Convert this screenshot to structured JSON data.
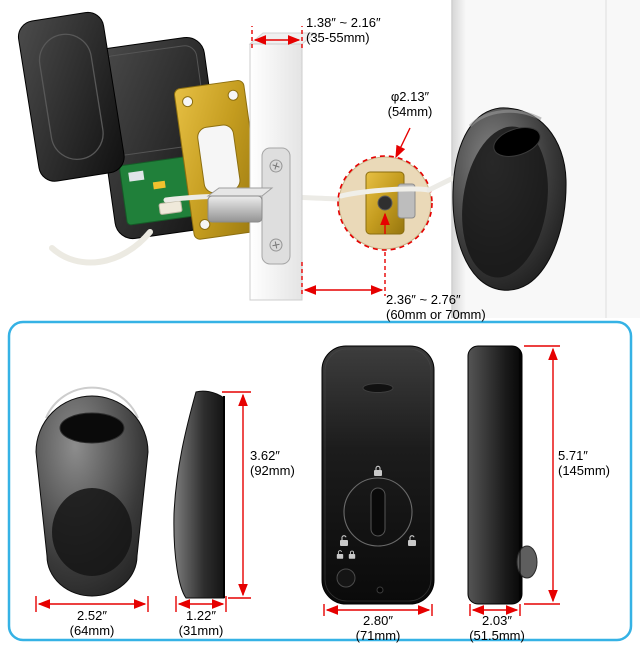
{
  "dims": {
    "door_thickness": {
      "value": "1.38″ ~ 2.16″",
      "metric": "(35-55mm)"
    },
    "bore_diameter": {
      "value": "φ2.13″",
      "metric": "(54mm)"
    },
    "backset": {
      "value": "2.36″ ~ 2.76″",
      "metric": "(60mm or 70mm)"
    },
    "knob_width": {
      "value": "2.52″",
      "metric": "(64mm)"
    },
    "knob_depth": {
      "value": "1.22″",
      "metric": "(31mm)"
    },
    "knob_height": {
      "value": "3.62″",
      "metric": "(92mm)"
    },
    "body_width": {
      "value": "2.80″",
      "metric": "(71mm)"
    },
    "body_depth": {
      "value": "2.03″",
      "metric": "(51.5mm)"
    },
    "body_height": {
      "value": "5.71″",
      "metric": "(145mm)"
    }
  },
  "colors": {
    "dimension_red": "#e60000",
    "panel_border_blue": "#35b2e5",
    "brass_gold": "#c9a227",
    "pcb_green": "#20803a"
  },
  "icons": {
    "padlock-locked-icon": "🔒",
    "padlock-unlocked-icon": "🔓",
    "phillips-screw-icon": "✚"
  }
}
